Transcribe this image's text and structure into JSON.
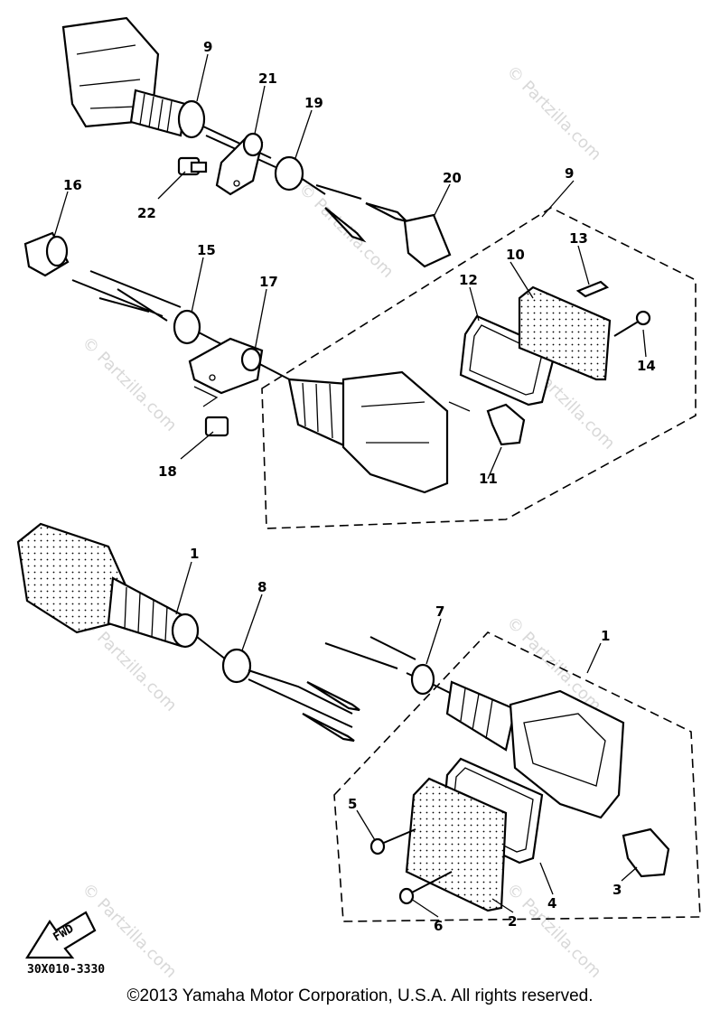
{
  "diagram": {
    "callouts": [
      "1",
      "1",
      "2",
      "3",
      "4",
      "5",
      "6",
      "7",
      "8",
      "9",
      "9",
      "10",
      "11",
      "12",
      "13",
      "14",
      "15",
      "16",
      "17",
      "18",
      "19",
      "20",
      "21",
      "22"
    ],
    "fwd_label": "FWD",
    "drawing_code": "30X010-3330",
    "watermarks": [
      "© Partzilla.com",
      "© Partzilla.com",
      "© Partzilla.com",
      "© Partzilla.com",
      "© Partzilla.com",
      "© Partzilla.com",
      "© Partzilla.com",
      "© Partzilla.com"
    ],
    "copyright": "©2013  Yamaha Motor Corporation, U.S.A. All rights reserved."
  }
}
